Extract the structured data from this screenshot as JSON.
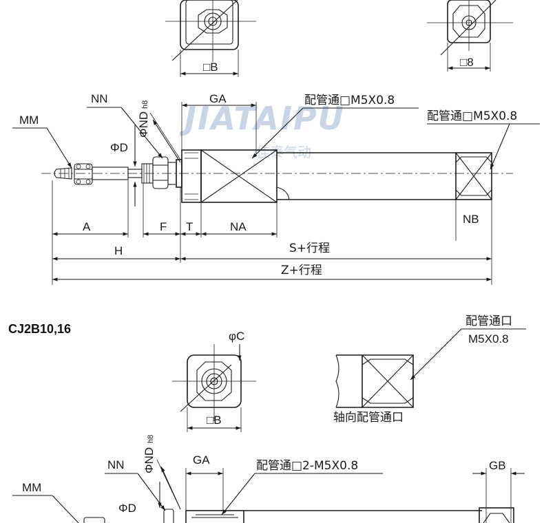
{
  "watermark": {
    "brand": "JIATAIPU",
    "cn": "佳泰气动"
  },
  "section_title": "CJ2B10,16",
  "top_views": {
    "end_view_size": "□B",
    "rear_view_size": "□8"
  },
  "side_view_1": {
    "labels": {
      "mm": "MM",
      "nn": "NN",
      "phi_nd": "ΦND",
      "nd_sub": "h8",
      "phi_d": "ΦD",
      "ga": "GA",
      "port_front": "配管通□M5X0.8",
      "port_rear": "配管通□M5X0.8",
      "a": "A",
      "f": "F",
      "t": "T",
      "na": "NA",
      "nb": "NB",
      "h": "H",
      "s_stroke": "S+行程",
      "z_stroke": "Z+行程"
    }
  },
  "section_2": {
    "phi_c": "φC",
    "end_view_size": "□B",
    "port_callout_line1": "配管通口",
    "port_callout_line2": "M5X0.8",
    "axial_port": "轴向配管通口"
  },
  "side_view_2": {
    "labels": {
      "mm": "MM",
      "nn": "NN",
      "phi_nd": "ΦND",
      "nd_sub": "h8",
      "phi_d": "ΦD",
      "ga": "GA",
      "port": "配管通□2-M5X0.8",
      "gb": "GB"
    }
  }
}
